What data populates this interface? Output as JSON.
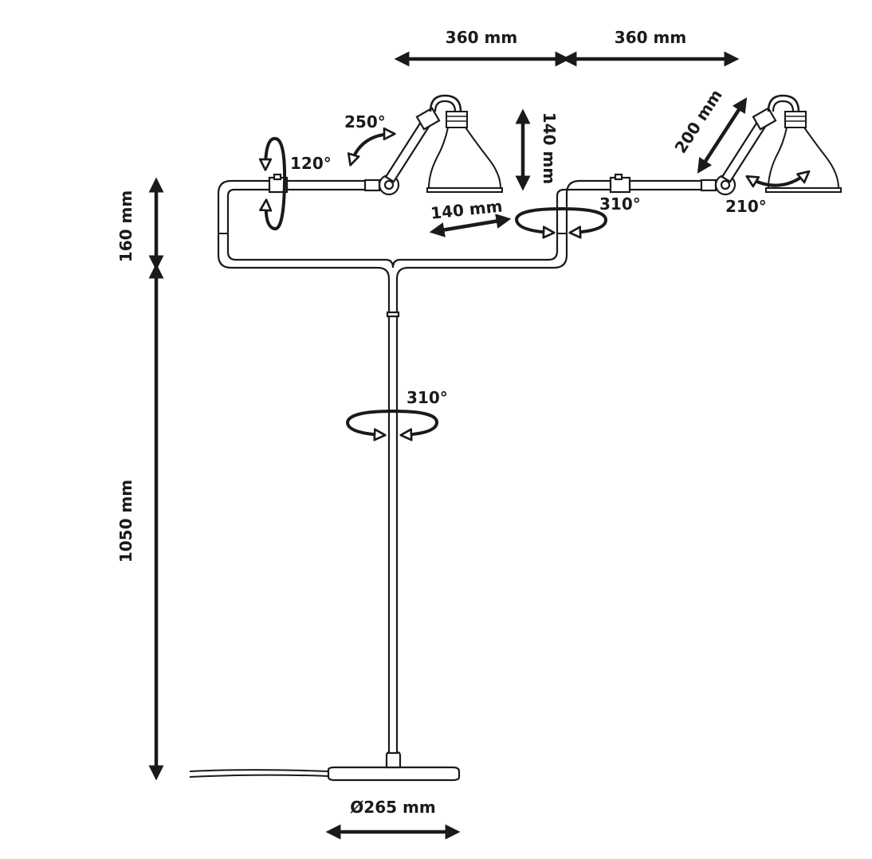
{
  "labels": {
    "width_left": "360 mm",
    "width_right": "360 mm",
    "height_top": "160 mm",
    "height_main": "1050 mm",
    "base_diameter": "Ø265 mm",
    "rot_left_arm": "120°",
    "rot_left_joint": "250°",
    "shade_vertical": "140 mm",
    "arm_horizontal": "140 mm",
    "rot_right_arm": "310°",
    "right_arm_length": "200 mm",
    "rot_right_shade": "210°",
    "rot_stem": "310°"
  },
  "colors": {
    "ink": "#1a1a1a",
    "background": "#ffffff"
  }
}
